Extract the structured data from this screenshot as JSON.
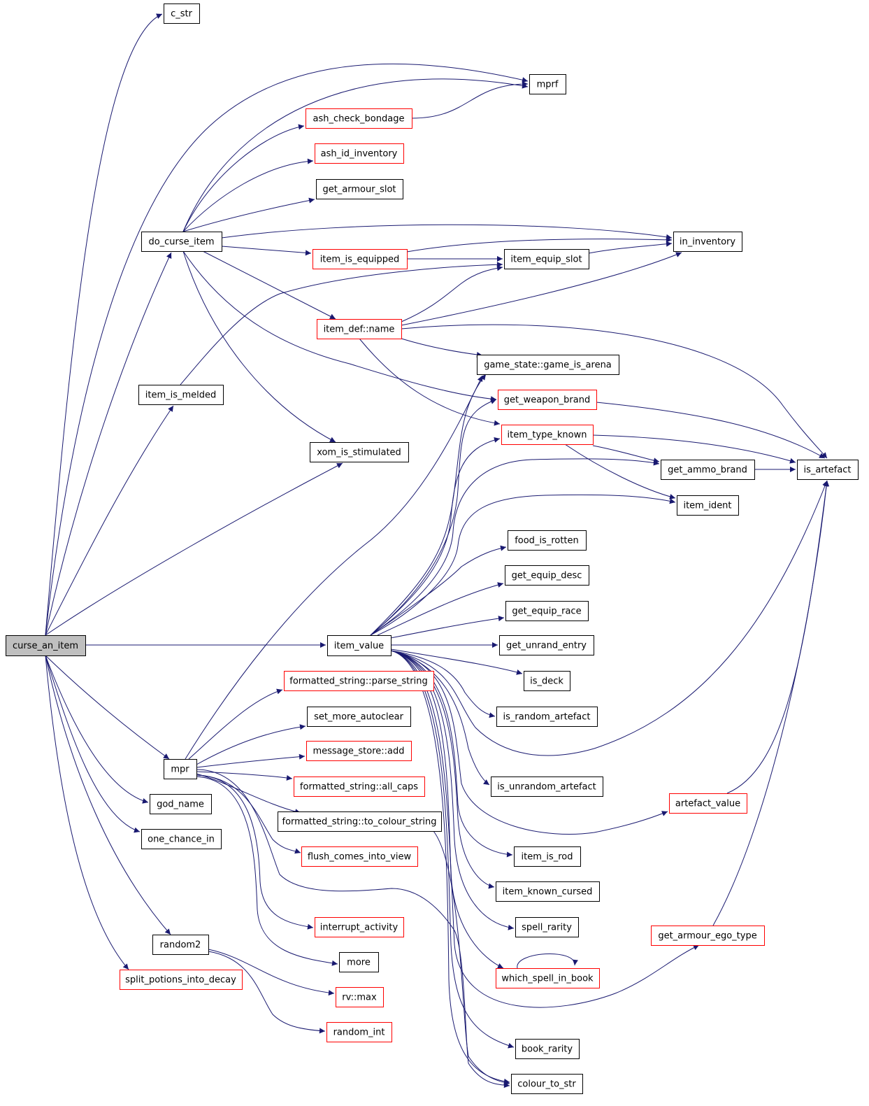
{
  "colors": {
    "edge": "#191970",
    "border_normal": "#000000",
    "border_truncated": "#ff0000",
    "root_fill": "#bfbfbf",
    "node_fill": "#ffffff"
  },
  "nodes": [
    {
      "id": "curse_an_item",
      "label": "curse_an_item",
      "style": "root"
    },
    {
      "id": "c_str",
      "label": "c_str",
      "style": "normal"
    },
    {
      "id": "mprf",
      "label": "mprf",
      "style": "normal"
    },
    {
      "id": "ash_check_bondage",
      "label": "ash_check_bondage",
      "style": "truncated"
    },
    {
      "id": "ash_id_inventory",
      "label": "ash_id_inventory",
      "style": "truncated"
    },
    {
      "id": "get_armour_slot",
      "label": "get_armour_slot",
      "style": "normal"
    },
    {
      "id": "do_curse_item",
      "label": "do_curse_item",
      "style": "normal"
    },
    {
      "id": "in_inventory",
      "label": "in_inventory",
      "style": "normal"
    },
    {
      "id": "item_is_equipped",
      "label": "item_is_equipped",
      "style": "truncated"
    },
    {
      "id": "item_equip_slot",
      "label": "item_equip_slot",
      "style": "normal"
    },
    {
      "id": "item_def_name",
      "label": "item_def::name",
      "style": "truncated"
    },
    {
      "id": "game_is_arena",
      "label": "game_state::game_is_arena",
      "style": "normal"
    },
    {
      "id": "item_is_melded",
      "label": "item_is_melded",
      "style": "normal"
    },
    {
      "id": "get_weapon_brand",
      "label": "get_weapon_brand",
      "style": "truncated"
    },
    {
      "id": "item_type_known",
      "label": "item_type_known",
      "style": "truncated"
    },
    {
      "id": "xom_is_stimulated",
      "label": "xom_is_stimulated",
      "style": "normal"
    },
    {
      "id": "get_ammo_brand",
      "label": "get_ammo_brand",
      "style": "normal"
    },
    {
      "id": "is_artefact",
      "label": "is_artefact",
      "style": "normal"
    },
    {
      "id": "item_ident",
      "label": "item_ident",
      "style": "normal"
    },
    {
      "id": "food_is_rotten",
      "label": "food_is_rotten",
      "style": "normal"
    },
    {
      "id": "get_equip_desc",
      "label": "get_equip_desc",
      "style": "normal"
    },
    {
      "id": "get_equip_race",
      "label": "get_equip_race",
      "style": "normal"
    },
    {
      "id": "item_value",
      "label": "item_value",
      "style": "normal"
    },
    {
      "id": "get_unrand_entry",
      "label": "get_unrand_entry",
      "style": "normal"
    },
    {
      "id": "is_deck",
      "label": "is_deck",
      "style": "normal"
    },
    {
      "id": "parse_string",
      "label": "formatted_string::parse_string",
      "style": "truncated"
    },
    {
      "id": "is_random_artefact",
      "label": "is_random_artefact",
      "style": "normal"
    },
    {
      "id": "set_more_autoclear",
      "label": "set_more_autoclear",
      "style": "normal"
    },
    {
      "id": "message_store_add",
      "label": "message_store::add",
      "style": "truncated"
    },
    {
      "id": "mpr",
      "label": "mpr",
      "style": "normal"
    },
    {
      "id": "all_caps",
      "label": "formatted_string::all_caps",
      "style": "truncated"
    },
    {
      "id": "is_unrandom_artefact",
      "label": "is_unrandom_artefact",
      "style": "normal"
    },
    {
      "id": "god_name",
      "label": "god_name",
      "style": "normal"
    },
    {
      "id": "artefact_value",
      "label": "artefact_value",
      "style": "truncated"
    },
    {
      "id": "to_colour_string",
      "label": "formatted_string::to_colour_string",
      "style": "normal"
    },
    {
      "id": "one_chance_in",
      "label": "one_chance_in",
      "style": "normal"
    },
    {
      "id": "flush_comes_into_view",
      "label": "flush_comes_into_view",
      "style": "truncated"
    },
    {
      "id": "item_is_rod",
      "label": "item_is_rod",
      "style": "normal"
    },
    {
      "id": "item_known_cursed",
      "label": "item_known_cursed",
      "style": "normal"
    },
    {
      "id": "interrupt_activity",
      "label": "interrupt_activity",
      "style": "truncated"
    },
    {
      "id": "spell_rarity",
      "label": "spell_rarity",
      "style": "normal"
    },
    {
      "id": "get_armour_ego_type",
      "label": "get_armour_ego_type",
      "style": "truncated"
    },
    {
      "id": "random2",
      "label": "random2",
      "style": "normal"
    },
    {
      "id": "more",
      "label": "more",
      "style": "normal"
    },
    {
      "id": "which_spell_in_book",
      "label": "which_spell_in_book",
      "style": "truncated"
    },
    {
      "id": "split_potions_into_decay",
      "label": "split_potions_into_decay",
      "style": "truncated"
    },
    {
      "id": "rv_max",
      "label": "rv::max",
      "style": "truncated"
    },
    {
      "id": "random_int",
      "label": "random_int",
      "style": "truncated"
    },
    {
      "id": "book_rarity",
      "label": "book_rarity",
      "style": "normal"
    },
    {
      "id": "colour_to_str",
      "label": "colour_to_str",
      "style": "normal"
    }
  ],
  "edges": [
    [
      "curse_an_item",
      "c_str"
    ],
    [
      "curse_an_item",
      "mprf"
    ],
    [
      "curse_an_item",
      "do_curse_item"
    ],
    [
      "curse_an_item",
      "item_is_melded"
    ],
    [
      "curse_an_item",
      "xom_is_stimulated"
    ],
    [
      "curse_an_item",
      "item_value"
    ],
    [
      "curse_an_item",
      "mpr"
    ],
    [
      "curse_an_item",
      "god_name"
    ],
    [
      "curse_an_item",
      "one_chance_in"
    ],
    [
      "curse_an_item",
      "random2"
    ],
    [
      "curse_an_item",
      "split_potions_into_decay"
    ],
    [
      "do_curse_item",
      "mprf"
    ],
    [
      "do_curse_item",
      "ash_check_bondage"
    ],
    [
      "do_curse_item",
      "ash_id_inventory"
    ],
    [
      "do_curse_item",
      "get_armour_slot"
    ],
    [
      "do_curse_item",
      "in_inventory"
    ],
    [
      "do_curse_item",
      "item_is_equipped"
    ],
    [
      "do_curse_item",
      "item_def_name"
    ],
    [
      "do_curse_item",
      "get_weapon_brand"
    ],
    [
      "do_curse_item",
      "xom_is_stimulated"
    ],
    [
      "ash_check_bondage",
      "mprf"
    ],
    [
      "item_is_equipped",
      "in_inventory"
    ],
    [
      "item_is_equipped",
      "item_equip_slot"
    ],
    [
      "item_equip_slot",
      "in_inventory"
    ],
    [
      "item_is_melded",
      "item_equip_slot"
    ],
    [
      "item_def_name",
      "item_equip_slot"
    ],
    [
      "item_def_name",
      "in_inventory"
    ],
    [
      "item_def_name",
      "game_is_arena"
    ],
    [
      "item_def_name",
      "is_artefact"
    ],
    [
      "item_def_name",
      "item_type_known"
    ],
    [
      "get_weapon_brand",
      "is_artefact"
    ],
    [
      "item_type_known",
      "is_artefact"
    ],
    [
      "item_type_known",
      "get_ammo_brand"
    ],
    [
      "item_type_known",
      "item_ident"
    ],
    [
      "get_ammo_brand",
      "is_artefact"
    ],
    [
      "item_value",
      "game_is_arena"
    ],
    [
      "item_value",
      "get_weapon_brand"
    ],
    [
      "item_value",
      "item_type_known"
    ],
    [
      "item_value",
      "get_ammo_brand"
    ],
    [
      "item_value",
      "item_ident"
    ],
    [
      "item_value",
      "food_is_rotten"
    ],
    [
      "item_value",
      "get_equip_desc"
    ],
    [
      "item_value",
      "get_equip_race"
    ],
    [
      "item_value",
      "get_unrand_entry"
    ],
    [
      "item_value",
      "is_deck"
    ],
    [
      "item_value",
      "is_random_artefact"
    ],
    [
      "item_value",
      "is_artefact"
    ],
    [
      "item_value",
      "is_unrandom_artefact"
    ],
    [
      "item_value",
      "artefact_value"
    ],
    [
      "item_value",
      "item_is_rod"
    ],
    [
      "item_value",
      "item_known_cursed"
    ],
    [
      "item_value",
      "spell_rarity"
    ],
    [
      "item_value",
      "which_spell_in_book"
    ],
    [
      "item_value",
      "get_armour_ego_type"
    ],
    [
      "item_value",
      "book_rarity"
    ],
    [
      "item_value",
      "colour_to_str"
    ],
    [
      "artefact_value",
      "is_artefact"
    ],
    [
      "get_armour_ego_type",
      "is_artefact"
    ],
    [
      "which_spell_in_book",
      "which_spell_in_book"
    ],
    [
      "mpr",
      "game_is_arena"
    ],
    [
      "mpr",
      "parse_string"
    ],
    [
      "mpr",
      "set_more_autoclear"
    ],
    [
      "mpr",
      "message_store_add"
    ],
    [
      "mpr",
      "all_caps"
    ],
    [
      "mpr",
      "to_colour_string"
    ],
    [
      "mpr",
      "flush_comes_into_view"
    ],
    [
      "mpr",
      "interrupt_activity"
    ],
    [
      "mpr",
      "more"
    ],
    [
      "mpr",
      "colour_to_str"
    ],
    [
      "to_colour_string",
      "colour_to_str"
    ],
    [
      "random2",
      "rv_max"
    ],
    [
      "random2",
      "random_int"
    ]
  ]
}
